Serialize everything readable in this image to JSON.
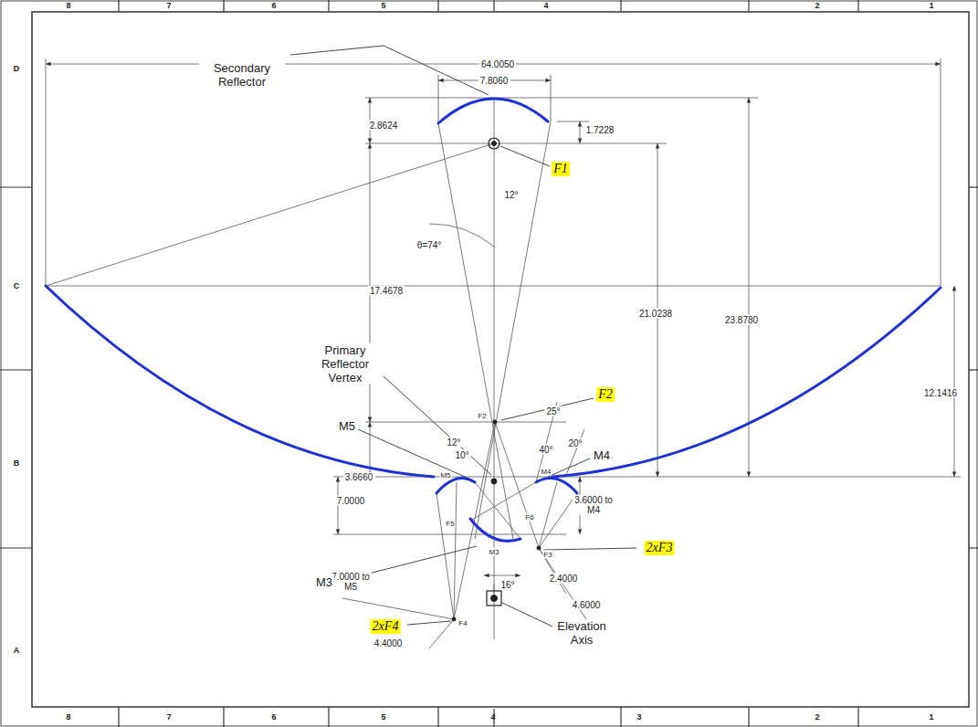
{
  "diagram": {
    "labels": [
      "8",
      "7",
      "6",
      "5",
      "4",
      "2",
      "1",
      "8",
      "7",
      "6",
      "5",
      "4",
      "3",
      "2",
      "1",
      "D",
      "C",
      "B",
      "A",
      "Secondary Reflector",
      "64.0050",
      "7.8060",
      "2.8624",
      "1.7228",
      "F1",
      "12°",
      "θ=74°",
      "17.4678",
      "21.0238",
      "23.8780",
      "12.1416",
      "Primary Reflector Vertex",
      "F2",
      "M5",
      "12°",
      "10°",
      "40°",
      "25°",
      "20°",
      "M4",
      "3.6660",
      "7.0000",
      "7.0000 to M5",
      "M3",
      "3.6000 to M4",
      "2xF3",
      "2.4000",
      "4.6000",
      "4.4000",
      "2xF4",
      "16°",
      "Elevation Axis",
      "F2",
      "M5",
      "M4",
      "M3",
      "F3",
      "F4",
      "F5",
      "F6"
    ]
  }
}
